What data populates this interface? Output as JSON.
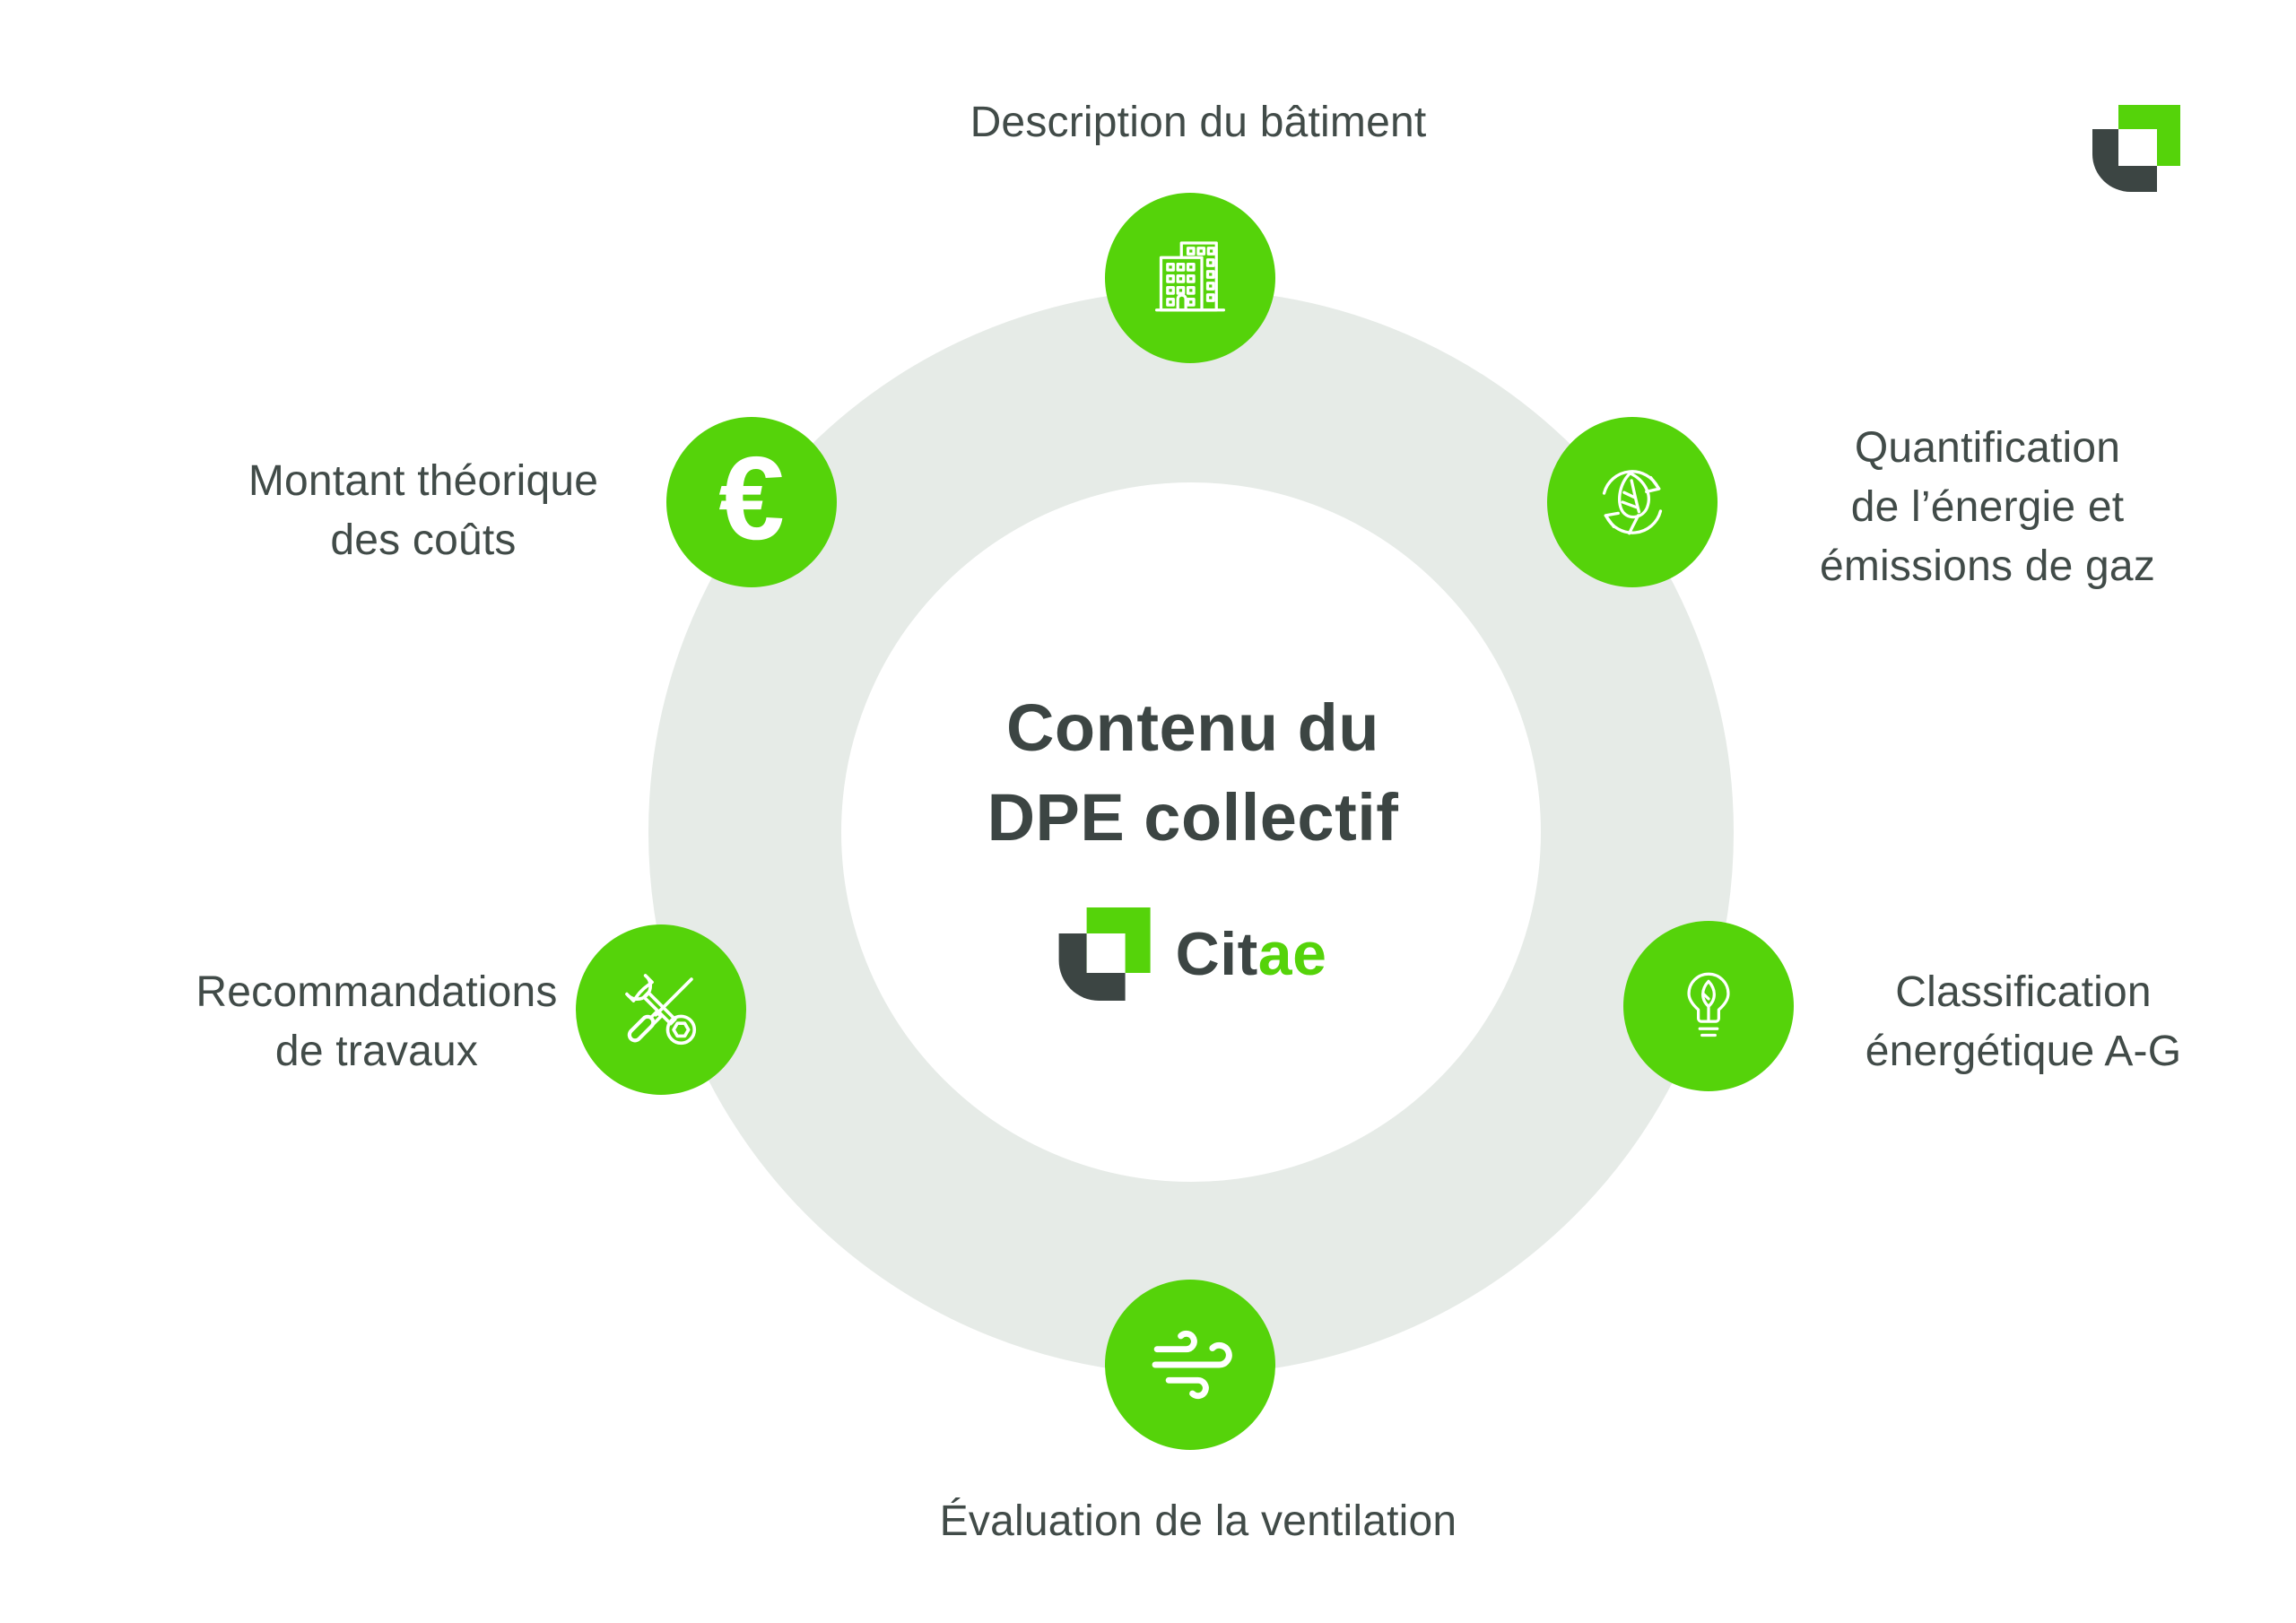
{
  "diagram": {
    "title_lines": [
      "Contenu du",
      "DPE collectif"
    ],
    "type": "circular-cycle-infographic"
  },
  "brand": {
    "name": "Citae",
    "wordmark_prefix": "Cit",
    "wordmark_suffix": "ae"
  },
  "colors": {
    "accent_green": "#55d30a",
    "dark_slate": "#3c4543",
    "ring_gray": "#e6ebe7",
    "label_text": "#414b48"
  },
  "items": [
    {
      "id": "description",
      "icon": "building-icon",
      "lines": [
        "Description du bâtiment"
      ]
    },
    {
      "id": "quantification",
      "icon": "energy-leaf-cycle-icon",
      "lines": [
        "Quantification",
        "de l’énergie et",
        "émissions de gaz"
      ]
    },
    {
      "id": "classification",
      "icon": "bulb-leaf-icon",
      "lines": [
        "Classification",
        "énergétique A-G"
      ]
    },
    {
      "id": "evaluation",
      "icon": "wind-icon",
      "lines": [
        "Évaluation de la ventilation"
      ]
    },
    {
      "id": "recommandations",
      "icon": "tools-icon",
      "lines": [
        "Recommandations",
        "de travaux"
      ]
    },
    {
      "id": "montant",
      "icon": "euro-icon",
      "lines": [
        "Montant théorique",
        "des coûts"
      ],
      "euro_glyph": "€"
    }
  ]
}
